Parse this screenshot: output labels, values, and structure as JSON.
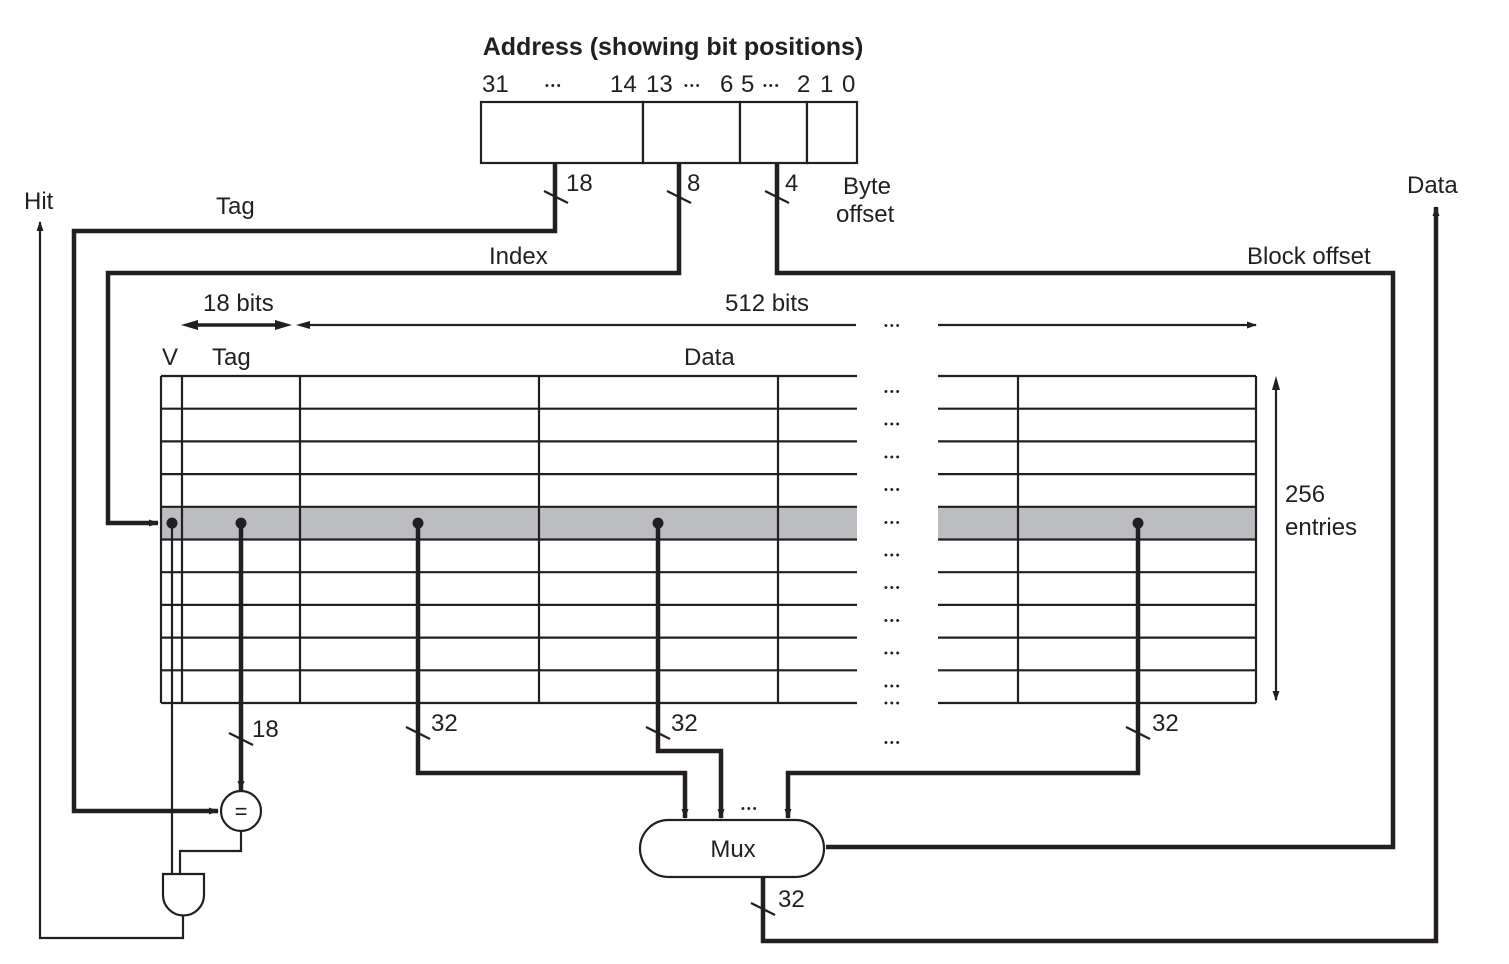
{
  "title": "Address (showing bit positions)",
  "bit_positions": {
    "b31": "31",
    "dots1": "•••",
    "b14": "14",
    "b13": "13",
    "dots2": "•••",
    "b6": "6",
    "b5": "5",
    "dots3": "•••",
    "b2": "2",
    "b1": "1",
    "b0": "0"
  },
  "address_fields": [
    {
      "name": "Tag",
      "width": "18"
    },
    {
      "name": "Index",
      "width": "8"
    },
    {
      "name": "Block offset",
      "width": "4"
    },
    {
      "name": "Byte offset",
      "width": "2"
    }
  ],
  "labels": {
    "hit": "Hit",
    "data_out": "Data",
    "tag_wire": "Tag",
    "index_wire": "Index",
    "block_offset_wire": "Block offset",
    "byte_offset_line1": "Byte",
    "byte_offset_line2": "offset",
    "tag_bits": "18 bits",
    "data_bits": "512 bits",
    "col_v": "V",
    "col_tag": "Tag",
    "col_data": "Data",
    "entries_line1": "256",
    "entries_line2": "entries",
    "mux": "Mux",
    "comparator": "=",
    "ellipsis": "•••"
  },
  "bus_widths": {
    "tag_addr": "18",
    "index_addr": "8",
    "block_offset_addr": "4",
    "tag_out": "18",
    "word0_out": "32",
    "word1_out": "32",
    "wordN_out": "32",
    "mux_out": "32"
  },
  "cache": {
    "entries": 256,
    "rows_shown": 10,
    "selected_row": 4,
    "tag_bits": 18,
    "block_bits": 512,
    "word_bits": 32
  }
}
